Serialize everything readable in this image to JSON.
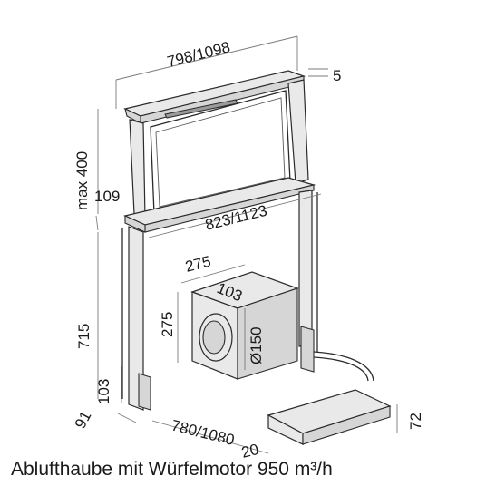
{
  "dimensions": {
    "width_top": "798/1098",
    "top_thickness": "5",
    "max_height": "max 400",
    "depth_109": "109",
    "width_mid": "823/1123",
    "height_715": "715",
    "motor_depth": "275",
    "motor_height": "275",
    "motor_inner": "103",
    "motor_diameter": "Ø150",
    "bottom_103": "103",
    "bottom_91": "91",
    "width_bottom": "780/1080",
    "box_height": "72",
    "box_cut": "20"
  },
  "caption": "Ablufthaube mit Würfelmotor 950 m³/h"
}
